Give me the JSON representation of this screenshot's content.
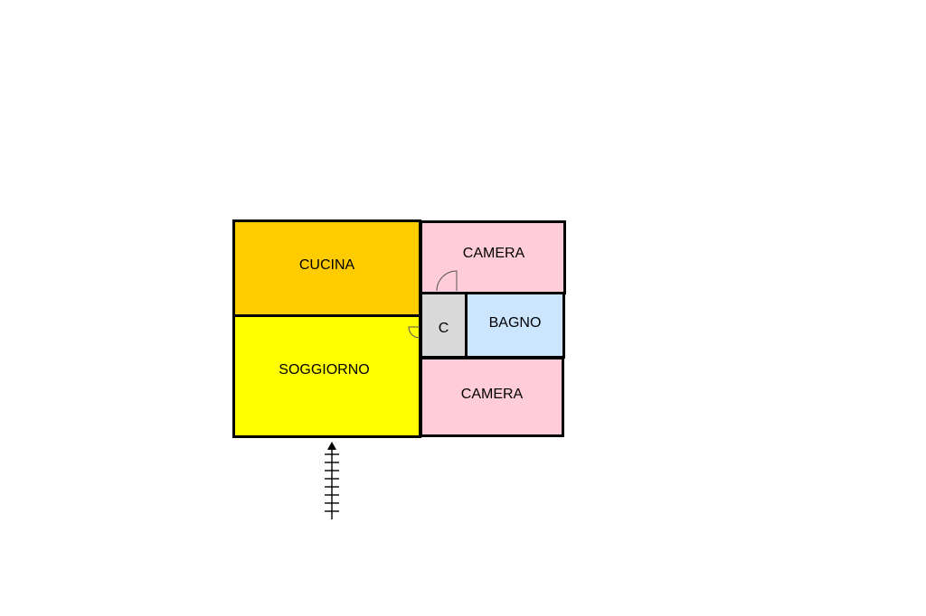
{
  "floorplan": {
    "rooms": {
      "cucina": {
        "label": "CUCINA",
        "color": "#ffcc00"
      },
      "soggiorno": {
        "label": "SOGGIORNO",
        "color": "#ffff00"
      },
      "camera1": {
        "label": "CAMERA",
        "color": "#ffccd9"
      },
      "bagno": {
        "label": "BAGNO",
        "color": "#cce6ff"
      },
      "closet": {
        "label": "C",
        "color": "#d9d9d9"
      },
      "camera2": {
        "label": "CAMERA",
        "color": "#ffccd9"
      }
    },
    "icons": [
      "door-swing-icon",
      "entrance-stair-arrow-icon"
    ]
  }
}
